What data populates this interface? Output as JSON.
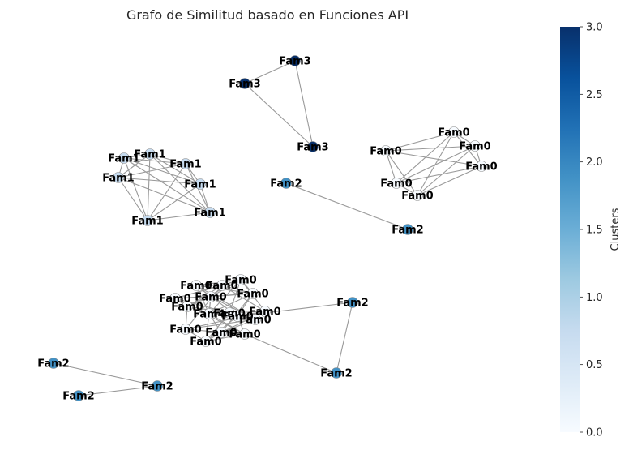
{
  "chart_data": {
    "type": "network",
    "title": "Grafo de Similitud basado en Funciones API",
    "colorbar": {
      "label": "Clusters",
      "min": 0.0,
      "max": 3.0,
      "ticks": [
        "0.0",
        "0.5",
        "1.0",
        "1.5",
        "2.0",
        "2.5",
        "3.0"
      ],
      "colormap": "Blues"
    },
    "palette": {
      "edge": "#999999",
      "node_outline": "#8a8a8a",
      "cluster_colors": {
        "0": "#f7fbff",
        "1": "#c6dbef",
        "2": "#4292c6",
        "3": "#08306b"
      }
    },
    "nodes": [
      {
        "id": "a1",
        "label": "Fam3",
        "cluster": 3
      },
      {
        "id": "a2",
        "label": "Fam3",
        "cluster": 3
      },
      {
        "id": "a3",
        "label": "Fam3",
        "cluster": 3
      },
      {
        "id": "b1",
        "label": "Fam0",
        "cluster": 0
      },
      {
        "id": "b2",
        "label": "Fam0",
        "cluster": 0
      },
      {
        "id": "b3",
        "label": "Fam0",
        "cluster": 0
      },
      {
        "id": "b4",
        "label": "Fam0",
        "cluster": 0
      },
      {
        "id": "b5",
        "label": "Fam0",
        "cluster": 0
      },
      {
        "id": "b6",
        "label": "Fam0",
        "cluster": 0
      },
      {
        "id": "c1",
        "label": "Fam1",
        "cluster": 1
      },
      {
        "id": "c2",
        "label": "Fam1",
        "cluster": 1
      },
      {
        "id": "c3",
        "label": "Fam1",
        "cluster": 1
      },
      {
        "id": "c4",
        "label": "Fam1",
        "cluster": 1
      },
      {
        "id": "c5",
        "label": "Fam1",
        "cluster": 1
      },
      {
        "id": "c6",
        "label": "Fam1",
        "cluster": 1
      },
      {
        "id": "c7",
        "label": "Fam1",
        "cluster": 1
      },
      {
        "id": "d1",
        "label": "Fam2",
        "cluster": 2
      },
      {
        "id": "d2",
        "label": "Fam2",
        "cluster": 2
      },
      {
        "id": "e1",
        "label": "Fam0",
        "cluster": 0
      },
      {
        "id": "e2",
        "label": "Fam0",
        "cluster": 0
      },
      {
        "id": "e3",
        "label": "Fam0",
        "cluster": 0
      },
      {
        "id": "e4",
        "label": "Fam0",
        "cluster": 0
      },
      {
        "id": "e5",
        "label": "Fam0",
        "cluster": 0
      },
      {
        "id": "e6",
        "label": "Fam0",
        "cluster": 0
      },
      {
        "id": "e7",
        "label": "Fam0",
        "cluster": 0
      },
      {
        "id": "e8",
        "label": "Fam4",
        "cluster": 0
      },
      {
        "id": "e9",
        "label": "Fam0",
        "cluster": 0
      },
      {
        "id": "e10",
        "label": "Fam0",
        "cluster": 0
      },
      {
        "id": "e11",
        "label": "Fam0",
        "cluster": 0
      },
      {
        "id": "e12",
        "label": "Fam0",
        "cluster": 0
      },
      {
        "id": "e13",
        "label": "Fam0",
        "cluster": 0
      },
      {
        "id": "e14",
        "label": "Fam0",
        "cluster": 0
      },
      {
        "id": "e15",
        "label": "Fam0",
        "cluster": 0
      },
      {
        "id": "e16",
        "label": "Fam0",
        "cluster": 0
      },
      {
        "id": "f1",
        "label": "Fam2",
        "cluster": 2
      },
      {
        "id": "f2",
        "label": "Fam2",
        "cluster": 2
      },
      {
        "id": "g1",
        "label": "Fam2",
        "cluster": 2
      },
      {
        "id": "g2",
        "label": "Fam2",
        "cluster": 2
      },
      {
        "id": "g3",
        "label": "Fam2",
        "cluster": 2
      }
    ],
    "edges": [
      [
        "a1",
        "a2"
      ],
      [
        "a1",
        "a3"
      ],
      [
        "a2",
        "a3"
      ],
      [
        "b1",
        "b2"
      ],
      [
        "b1",
        "b3"
      ],
      [
        "b1",
        "b4"
      ],
      [
        "b1",
        "b5"
      ],
      [
        "b1",
        "b6"
      ],
      [
        "b2",
        "b3"
      ],
      [
        "b2",
        "b4"
      ],
      [
        "b2",
        "b5"
      ],
      [
        "b2",
        "b6"
      ],
      [
        "b3",
        "b4"
      ],
      [
        "b3",
        "b5"
      ],
      [
        "b3",
        "b6"
      ],
      [
        "b4",
        "b5"
      ],
      [
        "b4",
        "b6"
      ],
      [
        "b5",
        "b6"
      ],
      [
        "c1",
        "c2"
      ],
      [
        "c1",
        "c3"
      ],
      [
        "c1",
        "c4"
      ],
      [
        "c1",
        "c5"
      ],
      [
        "c1",
        "c6"
      ],
      [
        "c1",
        "c7"
      ],
      [
        "c2",
        "c3"
      ],
      [
        "c2",
        "c4"
      ],
      [
        "c2",
        "c5"
      ],
      [
        "c2",
        "c6"
      ],
      [
        "c2",
        "c7"
      ],
      [
        "c3",
        "c4"
      ],
      [
        "c3",
        "c5"
      ],
      [
        "c3",
        "c6"
      ],
      [
        "c3",
        "c7"
      ],
      [
        "c4",
        "c5"
      ],
      [
        "c4",
        "c6"
      ],
      [
        "c4",
        "c7"
      ],
      [
        "c5",
        "c6"
      ],
      [
        "c5",
        "c7"
      ],
      [
        "c6",
        "c7"
      ],
      [
        "d1",
        "d2"
      ],
      [
        "e1",
        "e2"
      ],
      [
        "e1",
        "e3"
      ],
      [
        "e1",
        "e4"
      ],
      [
        "e1",
        "e5"
      ],
      [
        "e1",
        "e6"
      ],
      [
        "e1",
        "e7"
      ],
      [
        "e1",
        "e8"
      ],
      [
        "e1",
        "e9"
      ],
      [
        "e1",
        "e10"
      ],
      [
        "e2",
        "e3"
      ],
      [
        "e2",
        "e4"
      ],
      [
        "e2",
        "e6"
      ],
      [
        "e2",
        "e8"
      ],
      [
        "e2",
        "e11"
      ],
      [
        "e2",
        "e12"
      ],
      [
        "e3",
        "e4"
      ],
      [
        "e3",
        "e5"
      ],
      [
        "e3",
        "e7"
      ],
      [
        "e3",
        "e10"
      ],
      [
        "e3",
        "e13"
      ],
      [
        "e4",
        "e5"
      ],
      [
        "e4",
        "e6"
      ],
      [
        "e4",
        "e8"
      ],
      [
        "e4",
        "e11"
      ],
      [
        "e4",
        "e14"
      ],
      [
        "e5",
        "e6"
      ],
      [
        "e5",
        "e7"
      ],
      [
        "e5",
        "e9"
      ],
      [
        "e5",
        "e15"
      ],
      [
        "e6",
        "e7"
      ],
      [
        "e6",
        "e8"
      ],
      [
        "e6",
        "e12"
      ],
      [
        "e6",
        "e16"
      ],
      [
        "e7",
        "e8"
      ],
      [
        "e7",
        "e9"
      ],
      [
        "e7",
        "e13"
      ],
      [
        "e8",
        "e9"
      ],
      [
        "e8",
        "e10"
      ],
      [
        "e8",
        "e11"
      ],
      [
        "e8",
        "e14"
      ],
      [
        "e8",
        "e15"
      ],
      [
        "e9",
        "e10"
      ],
      [
        "e9",
        "e12"
      ],
      [
        "e9",
        "e16"
      ],
      [
        "e10",
        "e11"
      ],
      [
        "e10",
        "e13"
      ],
      [
        "e10",
        "e14"
      ],
      [
        "e11",
        "e12"
      ],
      [
        "e11",
        "e15"
      ],
      [
        "e11",
        "e16"
      ],
      [
        "e12",
        "e13"
      ],
      [
        "e12",
        "e14"
      ],
      [
        "e13",
        "e15"
      ],
      [
        "e13",
        "e16"
      ],
      [
        "e14",
        "e15"
      ],
      [
        "e14",
        "e16"
      ],
      [
        "e15",
        "e16"
      ],
      [
        "e11",
        "f1"
      ],
      [
        "e15",
        "f2"
      ],
      [
        "f1",
        "f2"
      ],
      [
        "g1",
        "g2"
      ],
      [
        "g2",
        "g3"
      ]
    ]
  }
}
